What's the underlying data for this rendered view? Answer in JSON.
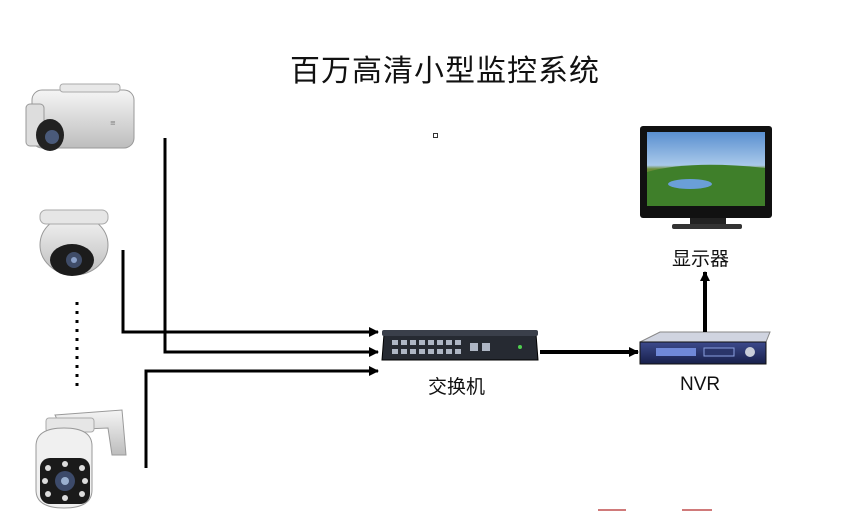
{
  "title": "百万高清小型监控系统",
  "nodes": {
    "switch": {
      "label": "交换机"
    },
    "nvr": {
      "label": "NVR"
    },
    "monitor": {
      "label": "显示器"
    },
    "bullet_camera": {
      "label": ""
    },
    "dome_camera": {
      "label": ""
    },
    "ptz_camera": {
      "label": ""
    }
  },
  "edges": [
    {
      "from": "bullet_camera",
      "to": "switch"
    },
    {
      "from": "dome_camera",
      "to": "switch"
    },
    {
      "from": "ptz_camera",
      "to": "switch"
    },
    {
      "from": "switch",
      "to": "nvr"
    },
    {
      "from": "nvr",
      "to": "monitor"
    }
  ],
  "colors": {
    "line": "#000000",
    "accent": "#b22222"
  }
}
